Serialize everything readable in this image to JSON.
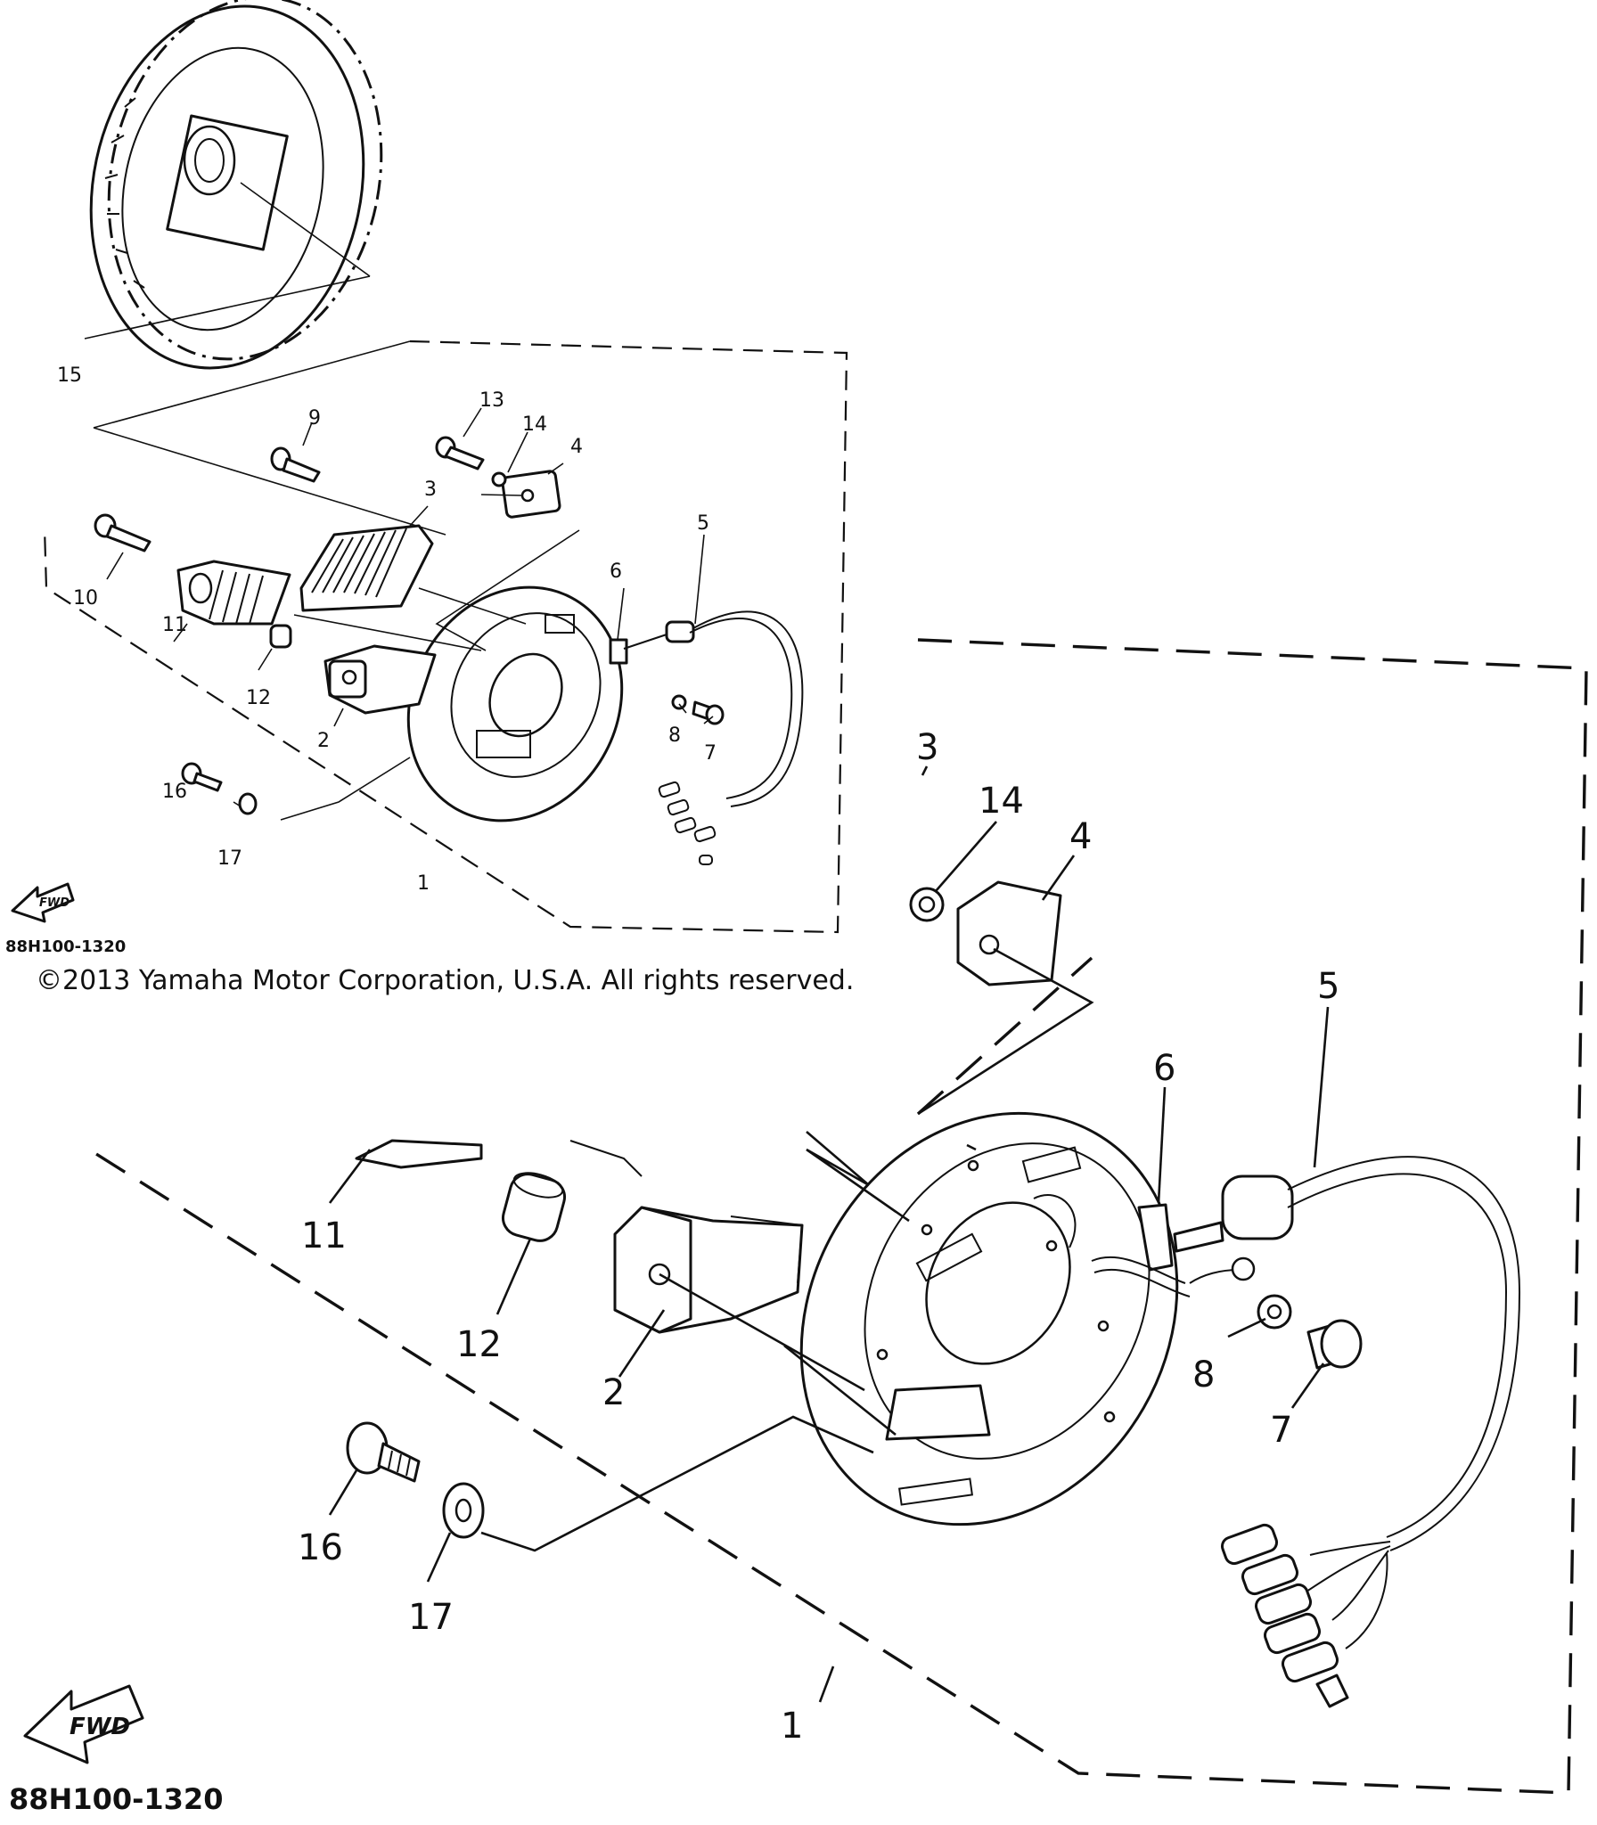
{
  "labels_small": [
    "1",
    "2",
    "3",
    "4",
    "5",
    "6",
    "7",
    "8",
    "9",
    "10",
    "11",
    "12",
    "13",
    "14",
    "15",
    "16",
    "17"
  ],
  "labels_large": [
    "1",
    "2",
    "3",
    "4",
    "5",
    "6",
    "7",
    "8",
    "11",
    "12",
    "14",
    "16",
    "17"
  ],
  "fwd_label": "FWD",
  "diagram_code": "88H100-1320",
  "copyright": "©2013 Yamaha Motor Corporation, U.S.A. All rights reserved."
}
